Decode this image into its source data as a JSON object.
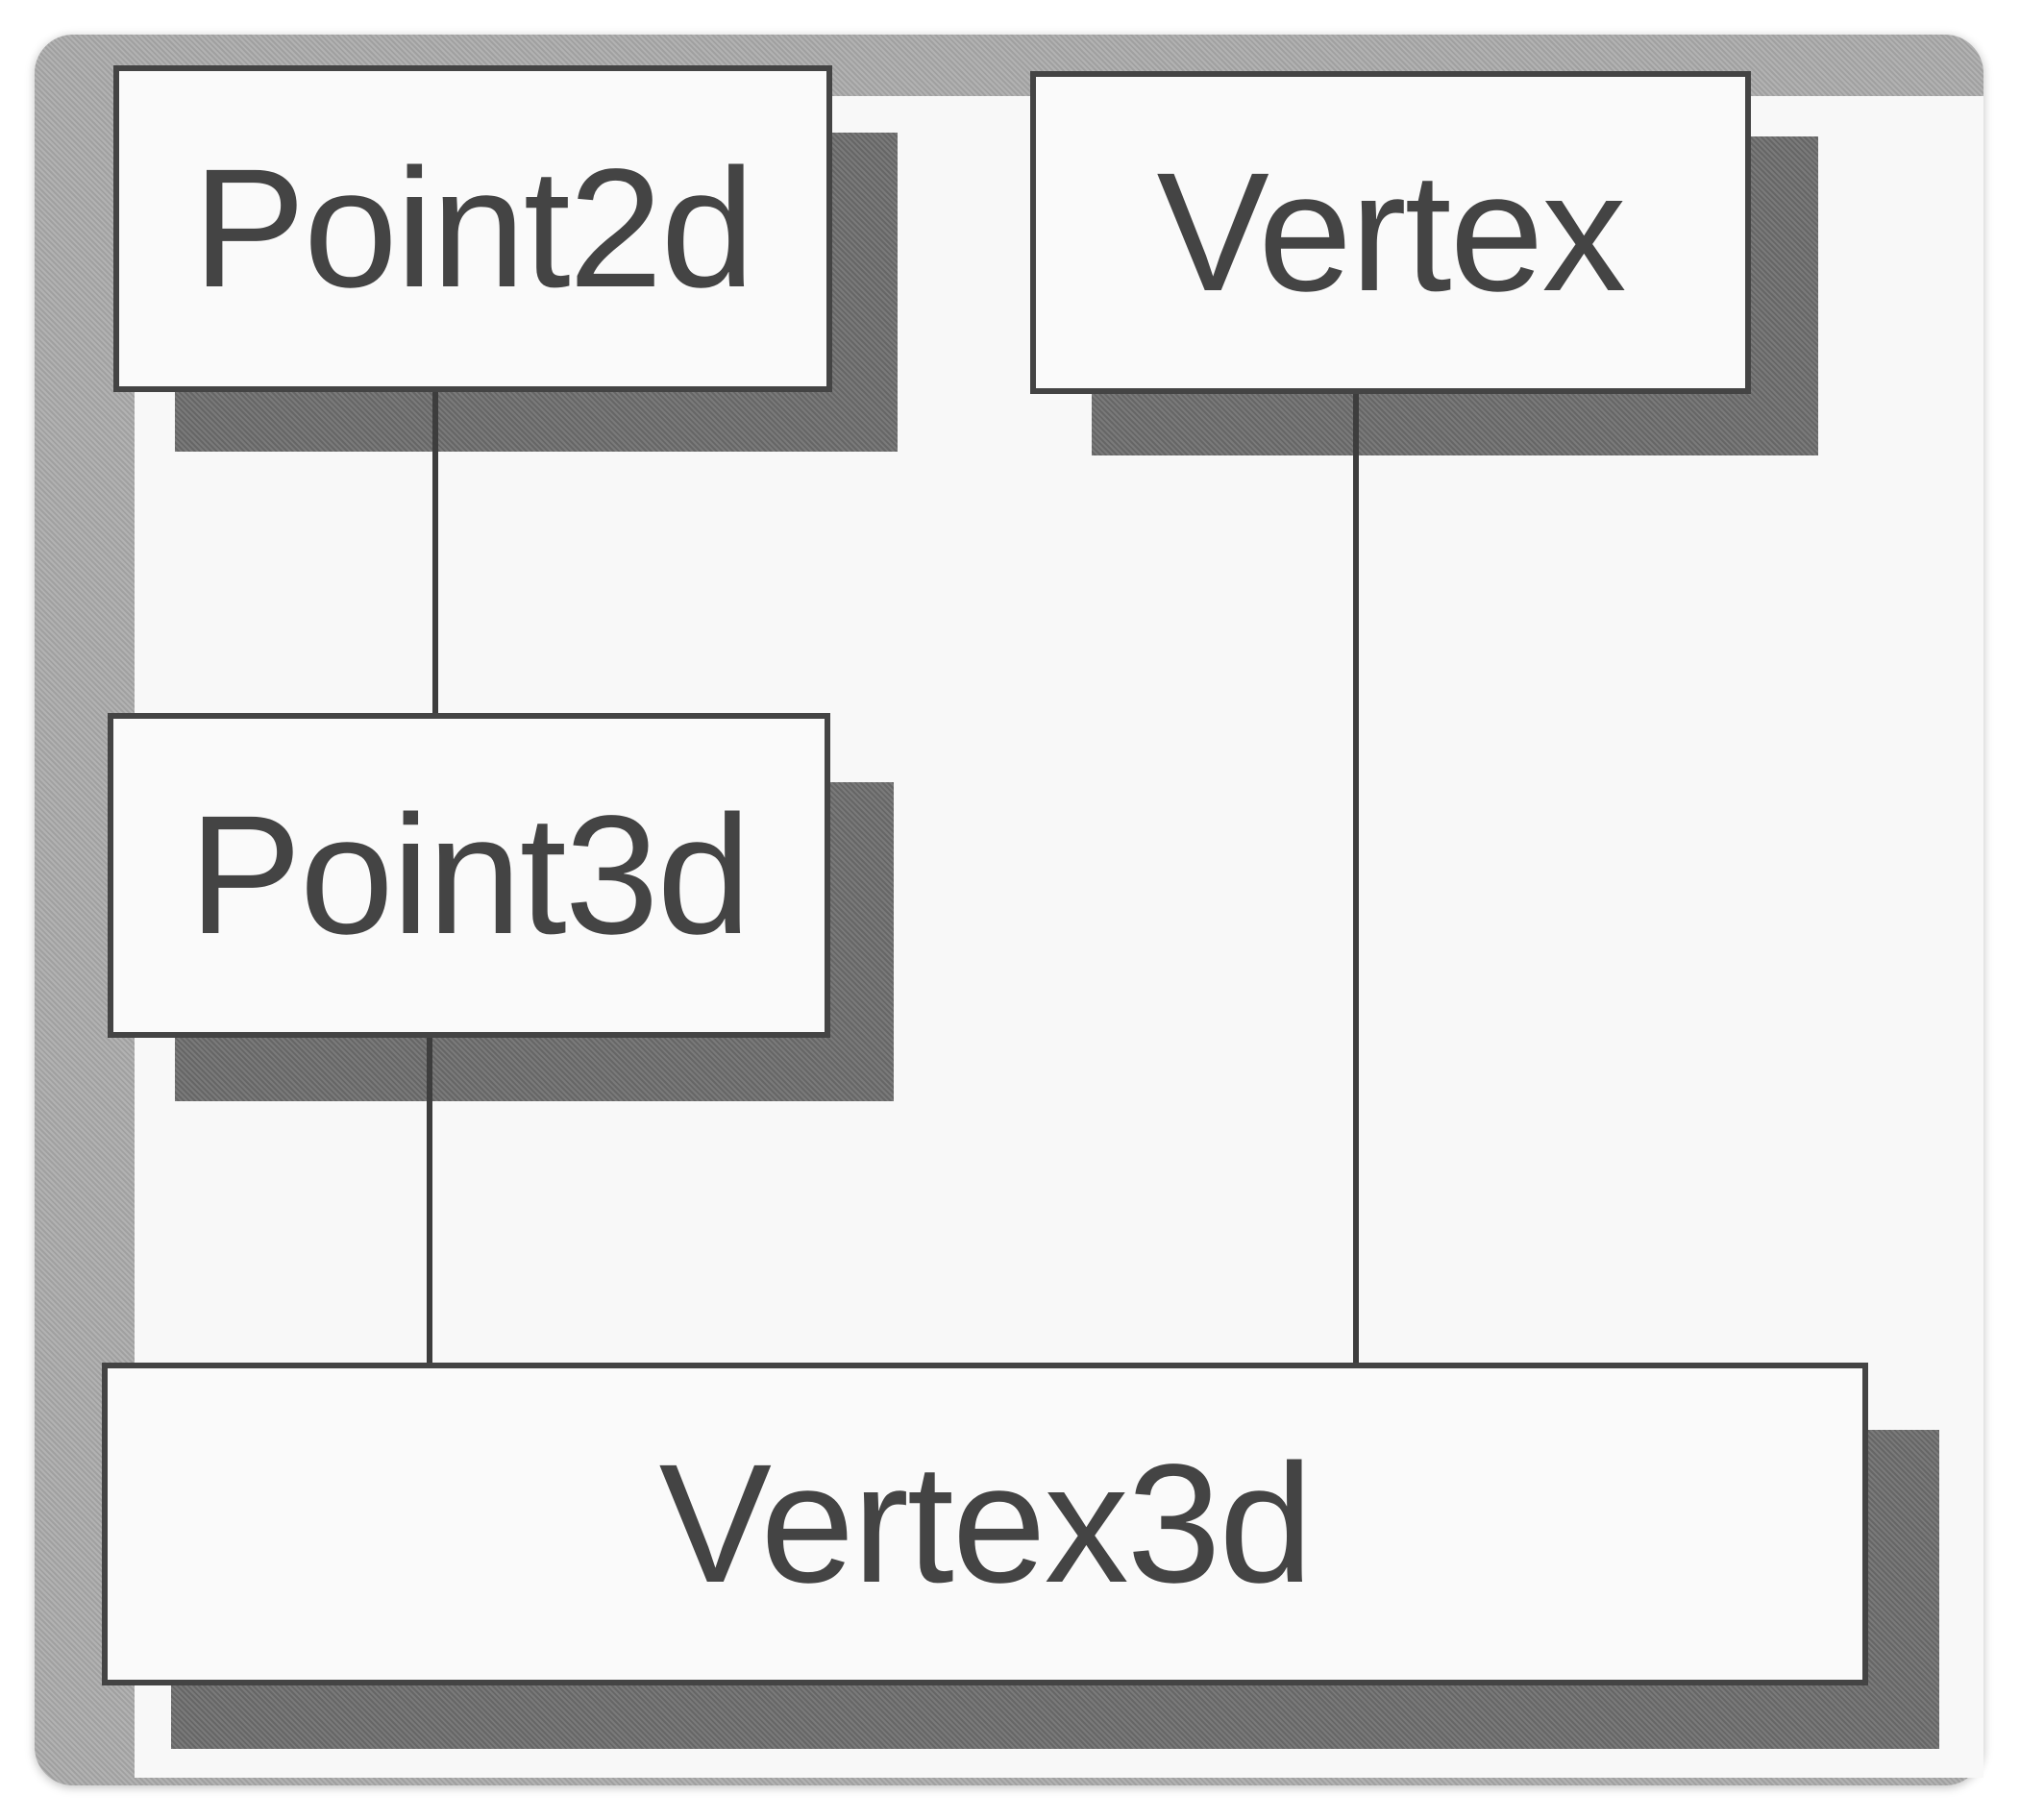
{
  "diagram": {
    "nodes": [
      {
        "id": "point2d",
        "label": "Point2d"
      },
      {
        "id": "vertex",
        "label": "Vertex"
      },
      {
        "id": "point3d",
        "label": "Point3d"
      },
      {
        "id": "vertex3d",
        "label": "Vertex3d"
      }
    ],
    "edges": [
      {
        "from": "point2d",
        "to": "point3d"
      },
      {
        "from": "point3d",
        "to": "vertex3d"
      },
      {
        "from": "vertex",
        "to": "vertex3d"
      }
    ]
  },
  "colors": {
    "frame": "#a9a9a9",
    "canvas": "#f8f8f8",
    "box_fill": "#fafafa",
    "box_border": "#444444",
    "shadow": "#6f6f6f",
    "text": "#444444",
    "line": "#3d3d3d"
  }
}
